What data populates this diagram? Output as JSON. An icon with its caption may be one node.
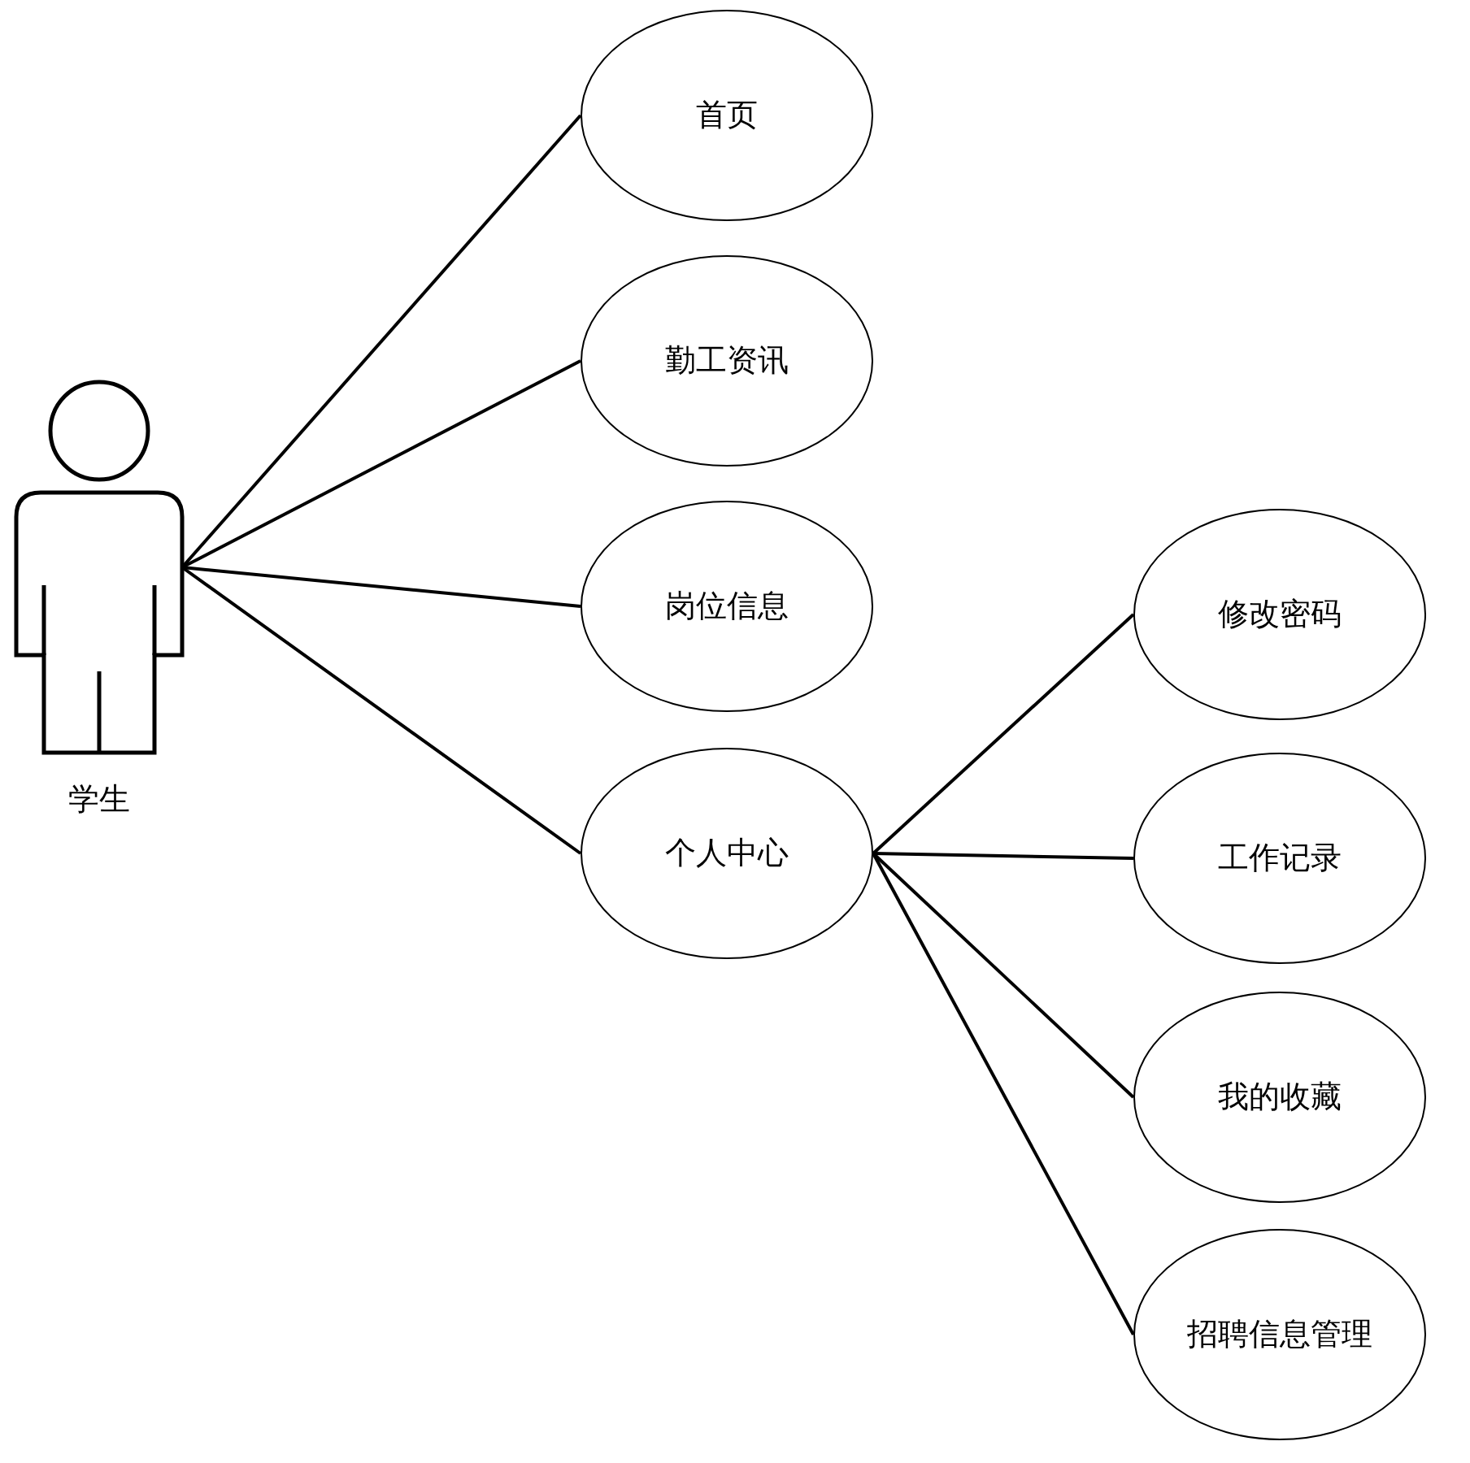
{
  "diagram": {
    "nodes": [
      {
        "text": [
          "学生"
        ]
      },
      {
        "text": [
          "首页"
        ]
      },
      {
        "text": [
          "勤工资讯"
        ]
      },
      {
        "text": [
          "岗位信息"
        ]
      },
      {
        "text": [
          "个人中心"
        ]
      },
      {
        "text": [
          "修改密码"
        ]
      },
      {
        "text": [
          "工作记录"
        ]
      },
      {
        "text": [
          "我的收藏"
        ]
      },
      {
        "text": [
          "招聘信息管理"
        ]
      }
    ],
    "edges": [
      {
        "from": 0,
        "to": 1,
        "arrow": "none"
      },
      {
        "from": 0,
        "to": 2,
        "arrow": "none"
      },
      {
        "from": 0,
        "to": 3,
        "arrow": "none"
      },
      {
        "from": 0,
        "to": 4,
        "arrow": "none"
      },
      {
        "from": 4,
        "to": 5,
        "arrow": "none"
      },
      {
        "from": 4,
        "to": 6,
        "arrow": "none"
      },
      {
        "from": 4,
        "to": 7,
        "arrow": "none"
      },
      {
        "from": 4,
        "to": 8,
        "arrow": "none"
      }
    ]
  }
}
